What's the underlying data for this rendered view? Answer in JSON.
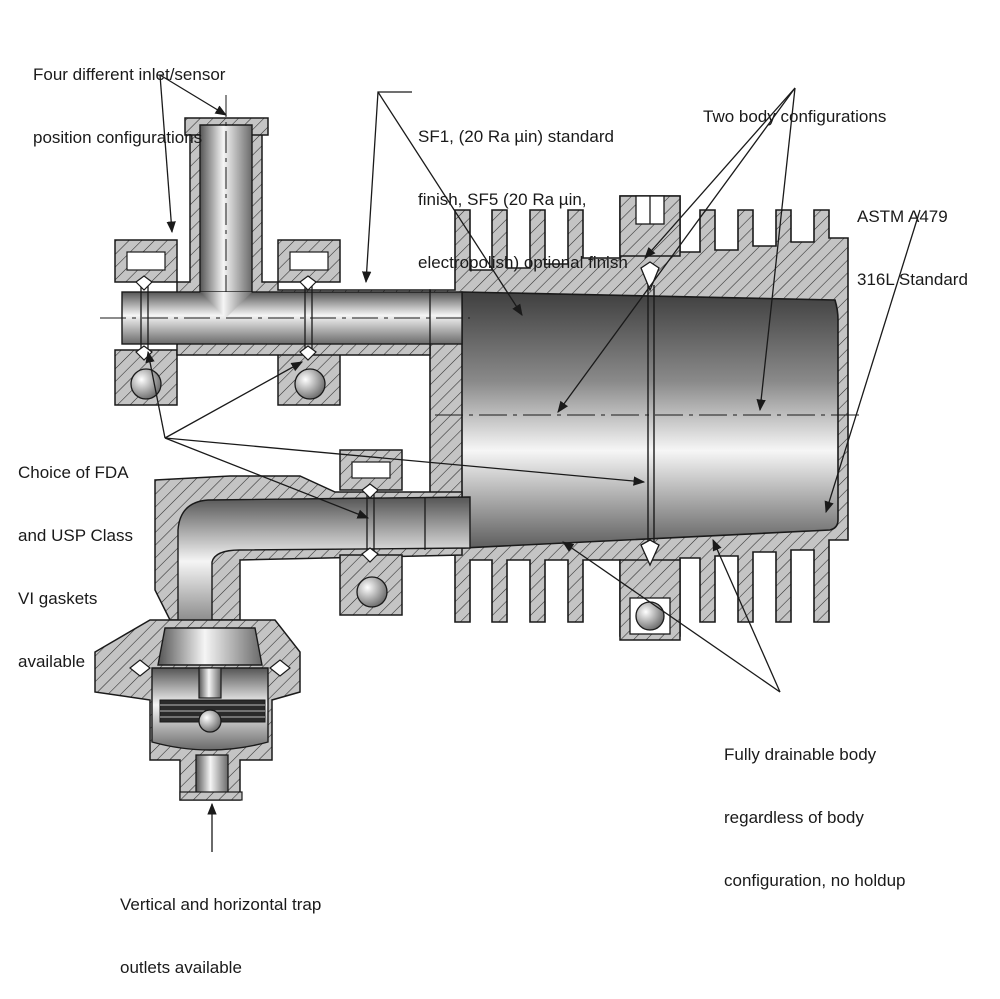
{
  "colors": {
    "line": "#1a1a1a",
    "section": "#b9b9b9",
    "sectionLight": "#dedede",
    "shadeDark": "#4f4f4f",
    "shadeMid": "#8e8e8e",
    "shadeLight": "#f4f4f4",
    "background": "#ffffff"
  },
  "callouts": {
    "inlet_config": [
      "Four different inlet/sensor",
      "position configurations"
    ],
    "finish": [
      "SF1, (20 Ra µin) standard",
      "finish, SF5 (20 Ra µin,",
      "electropolish) optional finish"
    ],
    "body_config": [
      "Two body configurations"
    ],
    "material": [
      "ASTM A479",
      "316L Standard"
    ],
    "gaskets": [
      "Choice of FDA",
      "and USP Class",
      "VI gaskets",
      "available"
    ],
    "drainable": [
      "Fully drainable body",
      "regardless of body",
      "configuration, no holdup"
    ],
    "trap_outlets": [
      "Vertical and horizontal trap",
      "outlets available"
    ]
  }
}
